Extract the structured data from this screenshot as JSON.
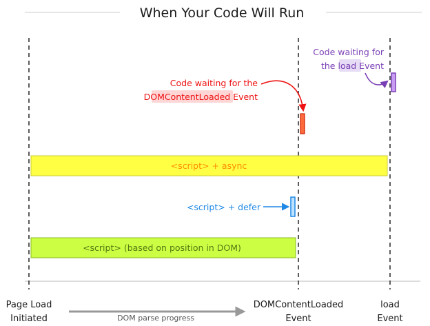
{
  "title": "When Your Code Will Run",
  "colors": {
    "domcontentloaded": "#ee1111",
    "domcontentloaded_highlight": "#ffd6d6",
    "domcontentloaded_marker_fill": "#ff6a3d",
    "load": "#7a3fb5",
    "load_highlight": "#e6dcf5",
    "load_marker_fill": "#c79cf2",
    "async_bar_fill": "#ffff44",
    "async_text": "#ff8c00",
    "defer": "#1e88e5",
    "defer_marker_fill": "#bfe3ff",
    "normal_bar_fill": "#ccff44",
    "normal_bar_stroke": "#88bb22",
    "normal_text": "#557711",
    "timeline_line": "#333333",
    "progress_arrow": "#999999"
  },
  "dcl_note": {
    "line1": "Code waiting for the",
    "highlight": "DOMContentLoaded",
    "after": " Event"
  },
  "load_note": {
    "line1": "Code waiting for",
    "before": "the ",
    "highlight": "load",
    "after": " Event"
  },
  "bars": {
    "async_label": "<script> + async",
    "defer_label": "<script> + defer",
    "normal_label": "<script> (based on position in DOM)"
  },
  "axis": {
    "page_load_line1": "Page Load",
    "page_load_line2": "Initiated",
    "dcl_line1": "DOMContentLoaded",
    "dcl_line2": "Event",
    "load_line1": "load",
    "load_line2": "Event",
    "progress_label": "DOM parse progress"
  }
}
